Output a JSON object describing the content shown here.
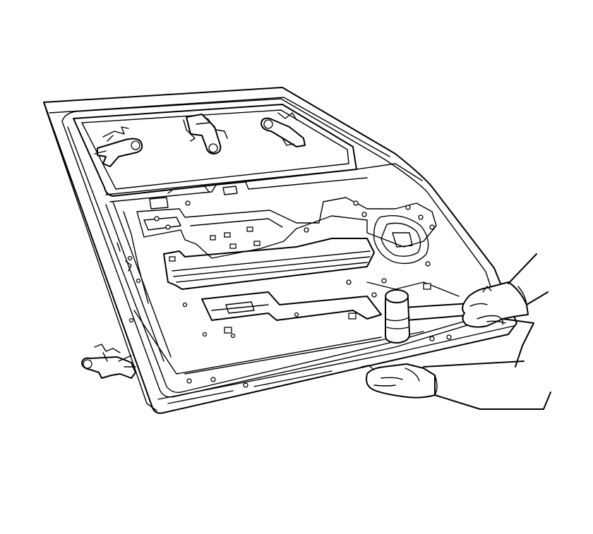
{
  "figure": {
    "background": "#ffffff",
    "stroke_color": "#000000",
    "components": [
      "door-inner-panel",
      "window-opening",
      "upper-clamp-left",
      "upper-clamp-center",
      "upper-clamp-right",
      "loose-clamp",
      "hammer",
      "right-hand",
      "left-hand"
    ]
  }
}
